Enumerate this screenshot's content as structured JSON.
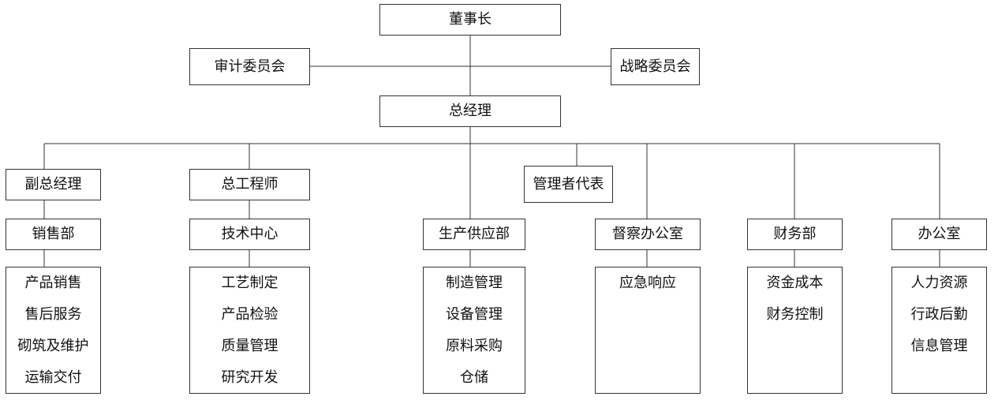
{
  "top": {
    "chairman": "董事长",
    "audit_committee": "审计委员会",
    "strategy_committee": "战略委员会",
    "general_manager": "总经理"
  },
  "second": {
    "vice_general_manager": "副总经理",
    "chief_engineer": "总工程师",
    "management_representative": "管理者代表"
  },
  "departments": [
    {
      "name": "销售部",
      "items": [
        "产品销售",
        "售后服务",
        "砌筑及维护",
        "运输交付"
      ]
    },
    {
      "name": "技术中心",
      "items": [
        "工艺制定",
        "产品检验",
        "质量管理",
        "研究开发"
      ]
    },
    {
      "name": "生产供应部",
      "items": [
        "制造管理",
        "设备管理",
        "原料采购",
        "仓储"
      ]
    },
    {
      "name": "督察办公室",
      "items": [
        "应急响应"
      ]
    },
    {
      "name": "财务部",
      "items": [
        "资金成本",
        "财务控制"
      ]
    },
    {
      "name": "办公室",
      "items": [
        "人力资源",
        "行政后勤",
        "信息管理"
      ]
    }
  ]
}
